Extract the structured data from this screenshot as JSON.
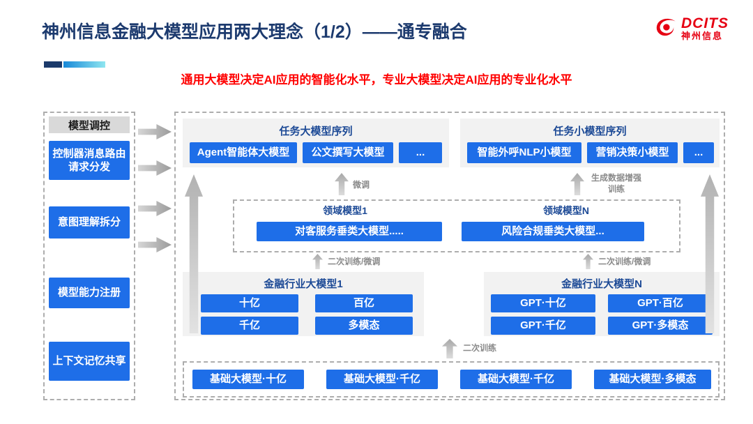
{
  "header": {
    "title": "神州信息金融大模型应用两大理念（1/2）——通专融合",
    "subtitle": "通用大模型决定AI应用的智能化水平，专业大模型决定AI应用的专业化水平",
    "logo_name": "DCITS",
    "logo_subname": "神州信息"
  },
  "sidebar": {
    "title": "模型调控",
    "items": [
      "控制器消息路由请求分发",
      "意图理解拆分",
      "模型能力注册",
      "上下文记忆共享"
    ]
  },
  "task_large": {
    "title": "任务大模型序列",
    "buttons": [
      "Agent智能体大模型",
      "公文撰写大模型",
      "..."
    ]
  },
  "task_small": {
    "title": "任务小模型序列",
    "buttons": [
      "智能外呼NLP小模型",
      "营销决策小模型",
      "..."
    ]
  },
  "domain_left": {
    "title": "领域模型1",
    "button": "对客服务垂类大模型....."
  },
  "domain_right": {
    "title": "领域模型N",
    "button": "风险合规垂类大模型..."
  },
  "industry_left": {
    "title": "金融行业大模型1",
    "buttons": [
      "十亿",
      "百亿",
      "千亿",
      "多模态"
    ]
  },
  "industry_right": {
    "title": "金融行业大模型N",
    "buttons": [
      "GPT·十亿",
      "GPT·百亿",
      "GPT·千亿",
      "GPT·多模态"
    ]
  },
  "base_models": {
    "buttons": [
      "基础大模型·十亿",
      "基础大模型·千亿",
      "基础大模型·千亿",
      "基础大模型·多模态"
    ]
  },
  "labels": {
    "finetune": "微调",
    "data_augment": "生成数据增强训练",
    "retrain_left": "二次训练/微调",
    "retrain_right": "二次训练/微调",
    "retrain_center": "二次训练"
  },
  "colors": {
    "button_blue": "#1E6EE8",
    "brand_red": "#E60012",
    "title_navy": "#1C3A6E",
    "subtitle_red": "#FF0000",
    "header_blue": "#1D4A96"
  }
}
